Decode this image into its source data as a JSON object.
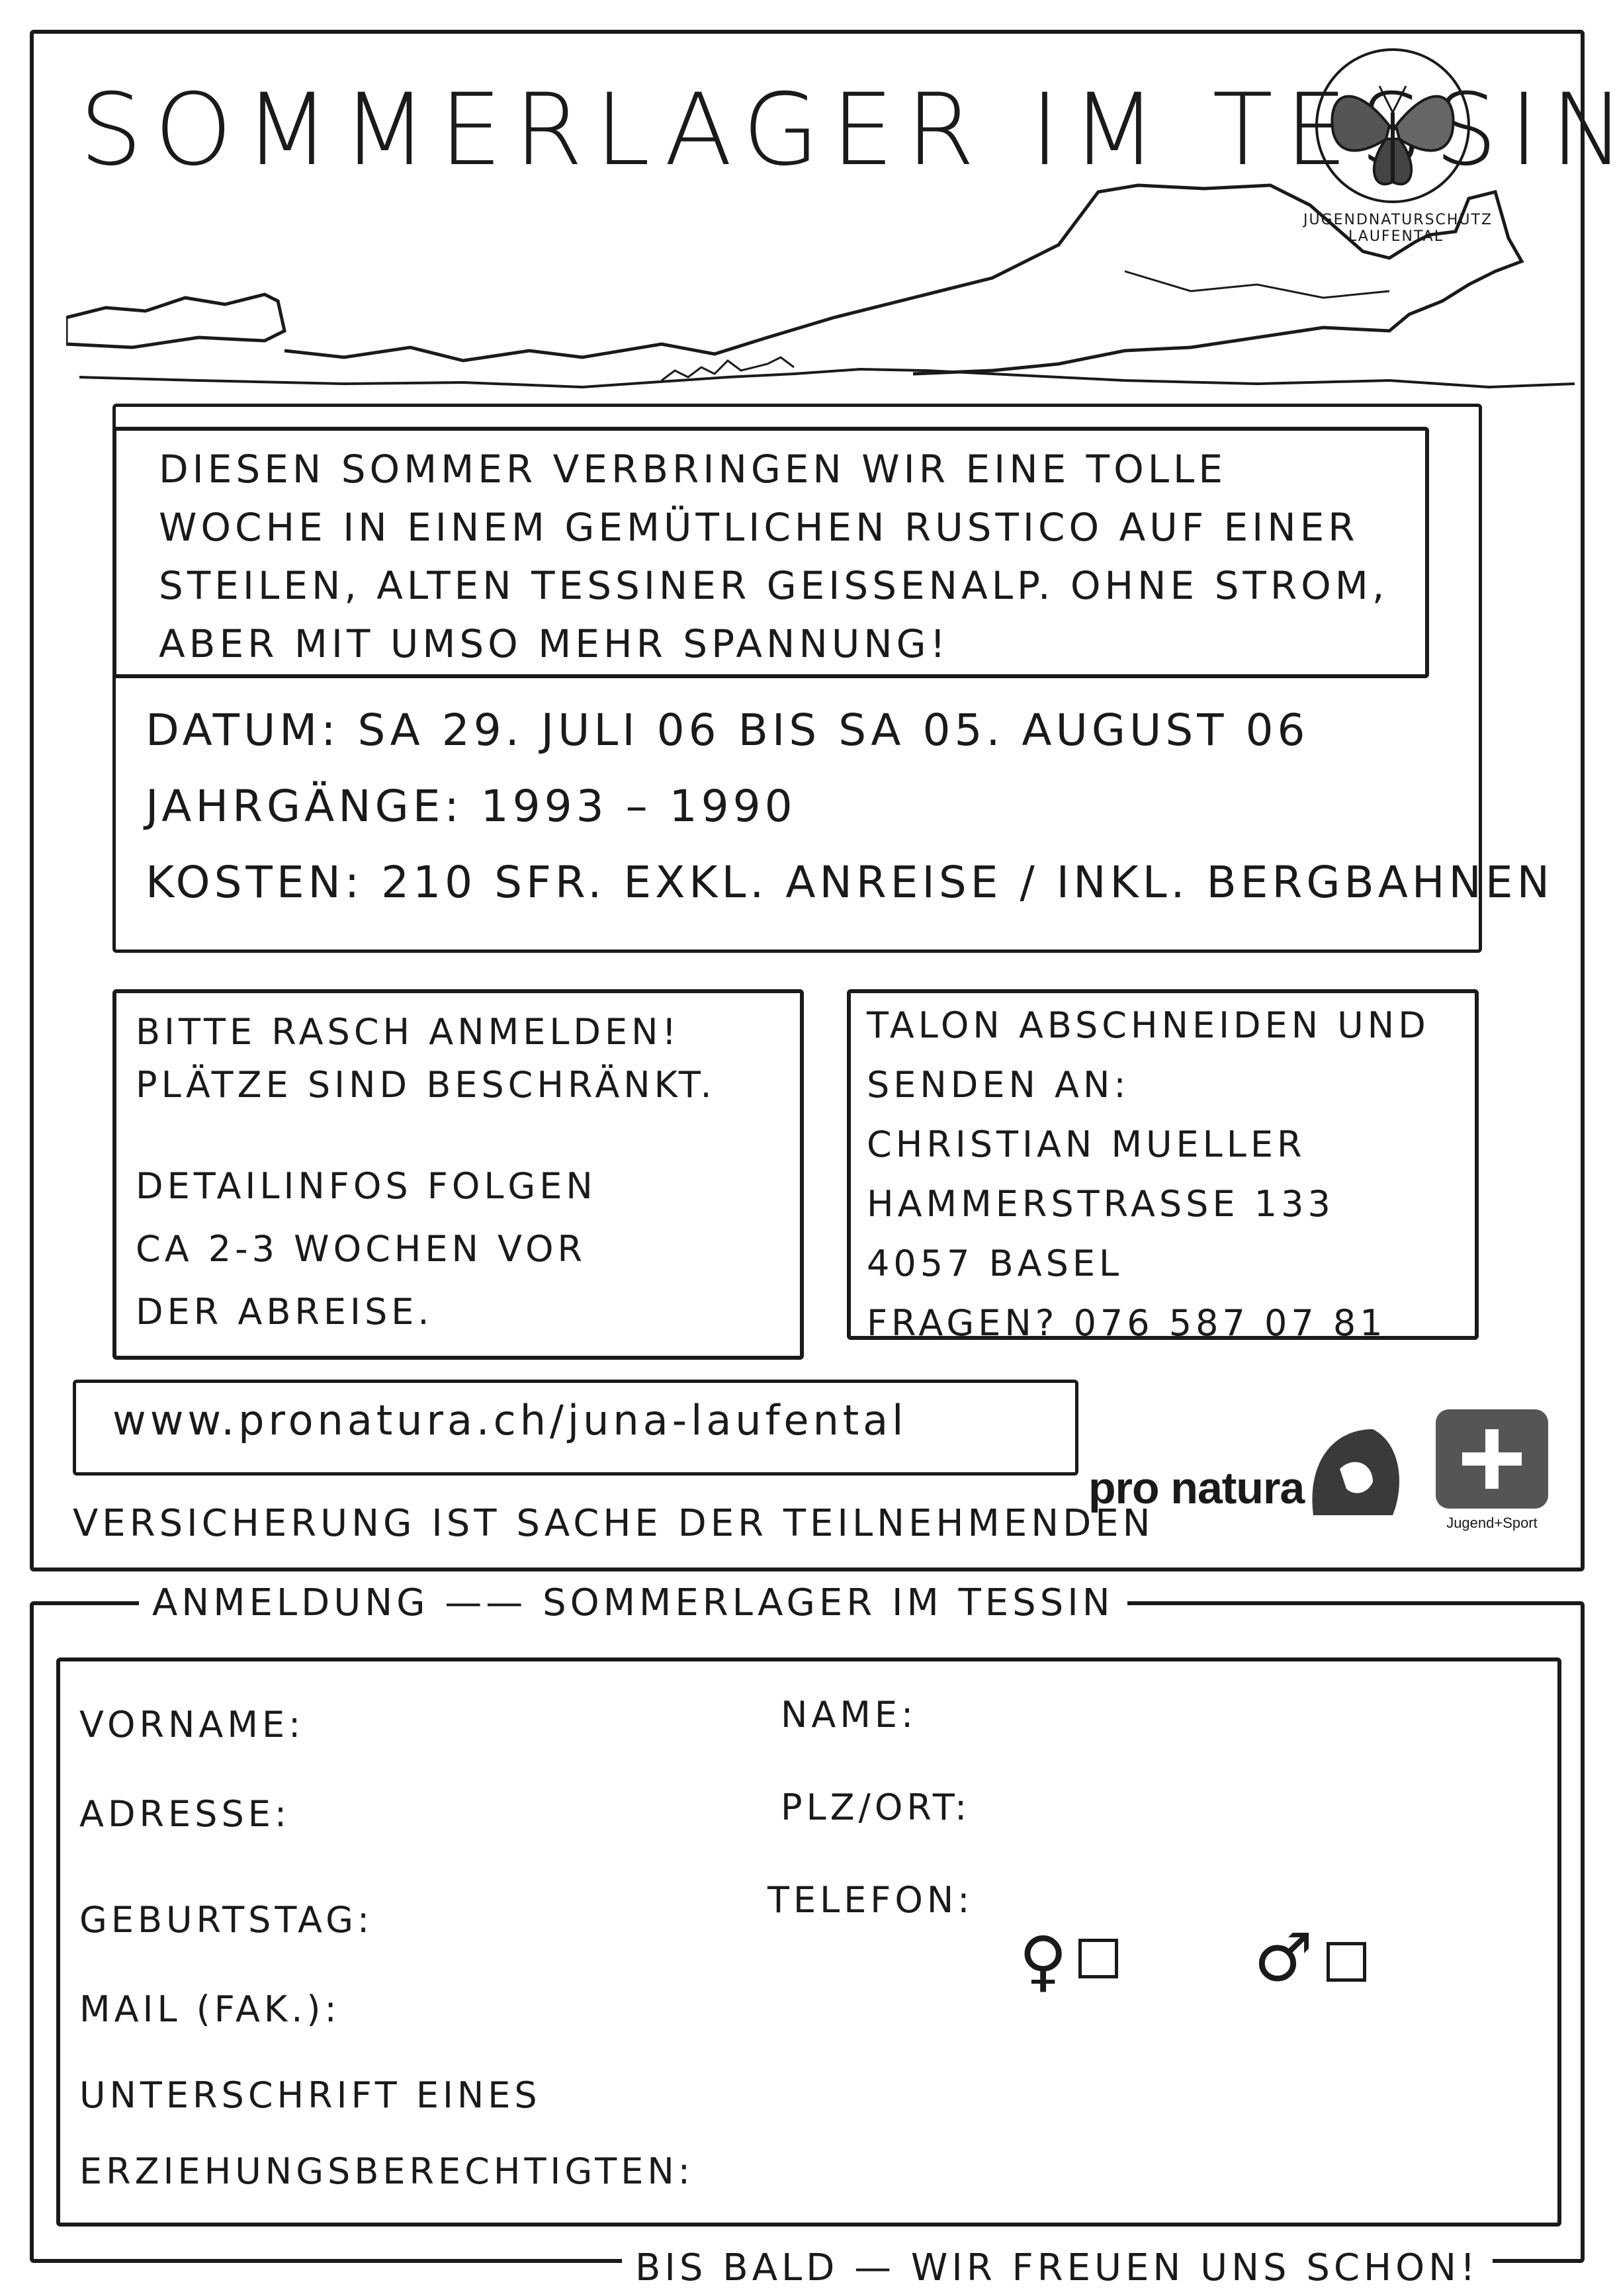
{
  "poster": {
    "title": "Sommerlager im Tessin",
    "logo_text": "Jugendnaturschutz Laufental",
    "intro": "Diesen Sommer verbringen wir eine tolle Woche in einem gemütlichen Rustico auf einer steilen, alten Tessiner Geissenalp. Ohne Strom, aber mit umso mehr Spannung!",
    "datum": "Datum: Sa 29. Juli 06 bis Sa 05. August 06",
    "jahrgaenge": "Jahrgänge: 1993 – 1990",
    "kosten": "Kosten: 210 SFr. exkl. Anreise / inkl. Bergbahnen",
    "left_box": {
      "line1": "Bitte rasch anmelden!",
      "line2": "Plätze sind beschränkt.",
      "line3": "Detailinfos folgen",
      "line4": "ca 2-3 Wochen vor",
      "line5": "der Abreise."
    },
    "right_box": {
      "line1": "Talon abschneiden und",
      "line2": "senden an:",
      "line3": "Christian Mueller",
      "line4": "Hammerstrasse 133",
      "line5": "4057 Basel",
      "line6": "Fragen? 076 587 07 81"
    },
    "url": "www.pronatura.ch/juna-laufental",
    "pronatura_logo": "pro natura",
    "js_logo_caption": "Jugend+Sport",
    "insurance": "Versicherung ist Sache der Teilnehmenden"
  },
  "form": {
    "header": "Anmeldung —— Sommerlager im Tessin",
    "vorname": "Vorname:",
    "adresse": "Adresse:",
    "geburtstag": "Geburtstag:",
    "mail": "Mail (fak.):",
    "unterschrift1": "Unterschrift eines",
    "unterschrift2": "Erziehungsberechtigten:",
    "name": "Name:",
    "plzort": "PLZ/Ort:",
    "telefon": "Telefon:",
    "female_symbol": "♀",
    "male_symbol": "♂",
    "footer": "bis bald — wir freuen uns schon!"
  },
  "colors": {
    "ink": "#1a1a1a",
    "paper": "#ffffff"
  }
}
